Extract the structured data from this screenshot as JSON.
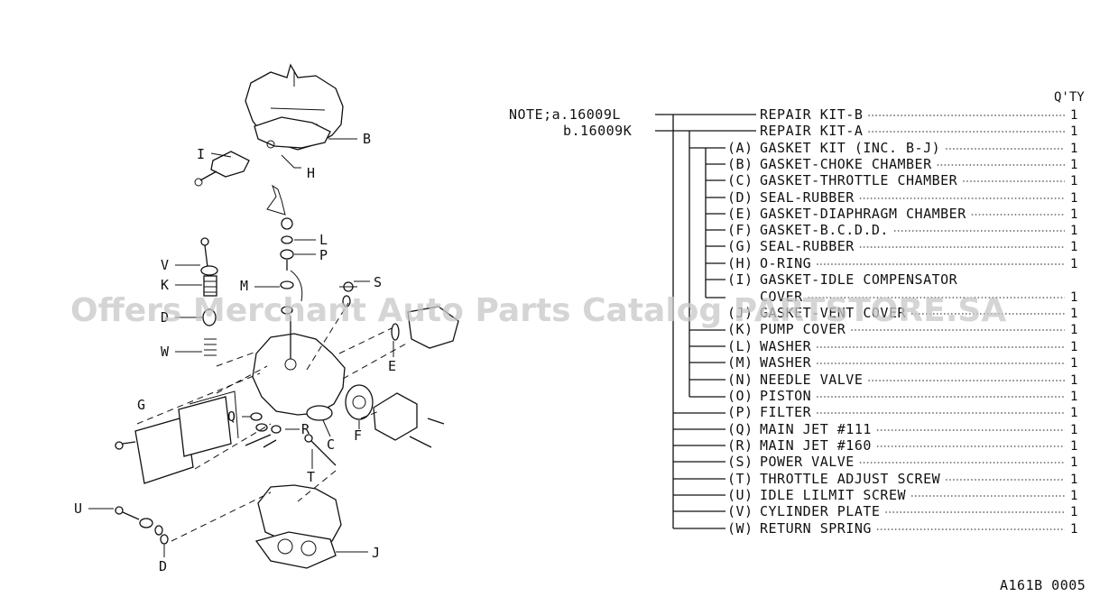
{
  "header": {
    "qty_label": "Q'TY"
  },
  "notes": [
    {
      "text": "NOTE;a.16009L"
    },
    {
      "text": "b.16009K"
    }
  ],
  "parts": [
    {
      "code": "",
      "name": "REPAIR KIT-B",
      "qty": "1"
    },
    {
      "code": "",
      "name": "REPAIR KIT-A",
      "qty": "1"
    },
    {
      "code": "(A)",
      "name": "GASKET KIT (INC. B-J)",
      "qty": "1"
    },
    {
      "code": "(B)",
      "name": "GASKET-CHOKE CHAMBER",
      "qty": "1"
    },
    {
      "code": "(C)",
      "name": "GASKET-THROTTLE CHAMBER",
      "qty": "1"
    },
    {
      "code": "(D)",
      "name": "SEAL-RUBBER",
      "qty": "1"
    },
    {
      "code": "(E)",
      "name": "GASKET-DIAPHRAGM CHAMBER",
      "qty": "1"
    },
    {
      "code": "(F)",
      "name": "GASKET-B.C.D.D.",
      "qty": "1"
    },
    {
      "code": "(G)",
      "name": "SEAL-RUBBER",
      "qty": "1"
    },
    {
      "code": "(H)",
      "name": "O-RING",
      "qty": "1"
    },
    {
      "code": "(I)",
      "name": "GASKET-IDLE COMPENSATOR",
      "qty": ""
    },
    {
      "code": "",
      "name": "COVER",
      "qty": "1"
    },
    {
      "code": "(J)",
      "name": "GASKET-VENT COVER",
      "qty": "1"
    },
    {
      "code": "(K)",
      "name": "PUMP COVER",
      "qty": "1"
    },
    {
      "code": "(L)",
      "name": "WASHER",
      "qty": "1"
    },
    {
      "code": "(M)",
      "name": "WASHER",
      "qty": "1"
    },
    {
      "code": "(N)",
      "name": "NEEDLE VALVE",
      "qty": "1"
    },
    {
      "code": "(O)",
      "name": "PISTON",
      "qty": "1"
    },
    {
      "code": "(P)",
      "name": "FILTER",
      "qty": "1"
    },
    {
      "code": "(Q)",
      "name": "MAIN JET #111",
      "qty": "1"
    },
    {
      "code": "(R)",
      "name": "MAIN JET #160",
      "qty": "1"
    },
    {
      "code": "(S)",
      "name": "POWER VALVE",
      "qty": "1"
    },
    {
      "code": "(T)",
      "name": "THROTTLE ADJUST SCREW",
      "qty": "1"
    },
    {
      "code": "(U)",
      "name": "IDLE LILMIT SCREW",
      "qty": "1"
    },
    {
      "code": "(V)",
      "name": "CYLINDER PLATE",
      "qty": "1"
    },
    {
      "code": "(W)",
      "name": "RETURN SPRING",
      "qty": "1"
    }
  ],
  "diagram_labels": {
    "B": "B",
    "H": "H",
    "I": "I",
    "L": "L",
    "P": "P",
    "V": "V",
    "K": "K",
    "M": "M",
    "S": "S",
    "D1": "D",
    "E": "E",
    "W": "W",
    "G": "G",
    "Q": "Q",
    "R": "R",
    "C": "C",
    "F": "F",
    "T": "T",
    "U": "U",
    "D2": "D",
    "J": "J"
  },
  "watermark": "Offers Merchant Auto Parts Catalog PARTSTORE.SA",
  "figure_code": "A161B 0005"
}
